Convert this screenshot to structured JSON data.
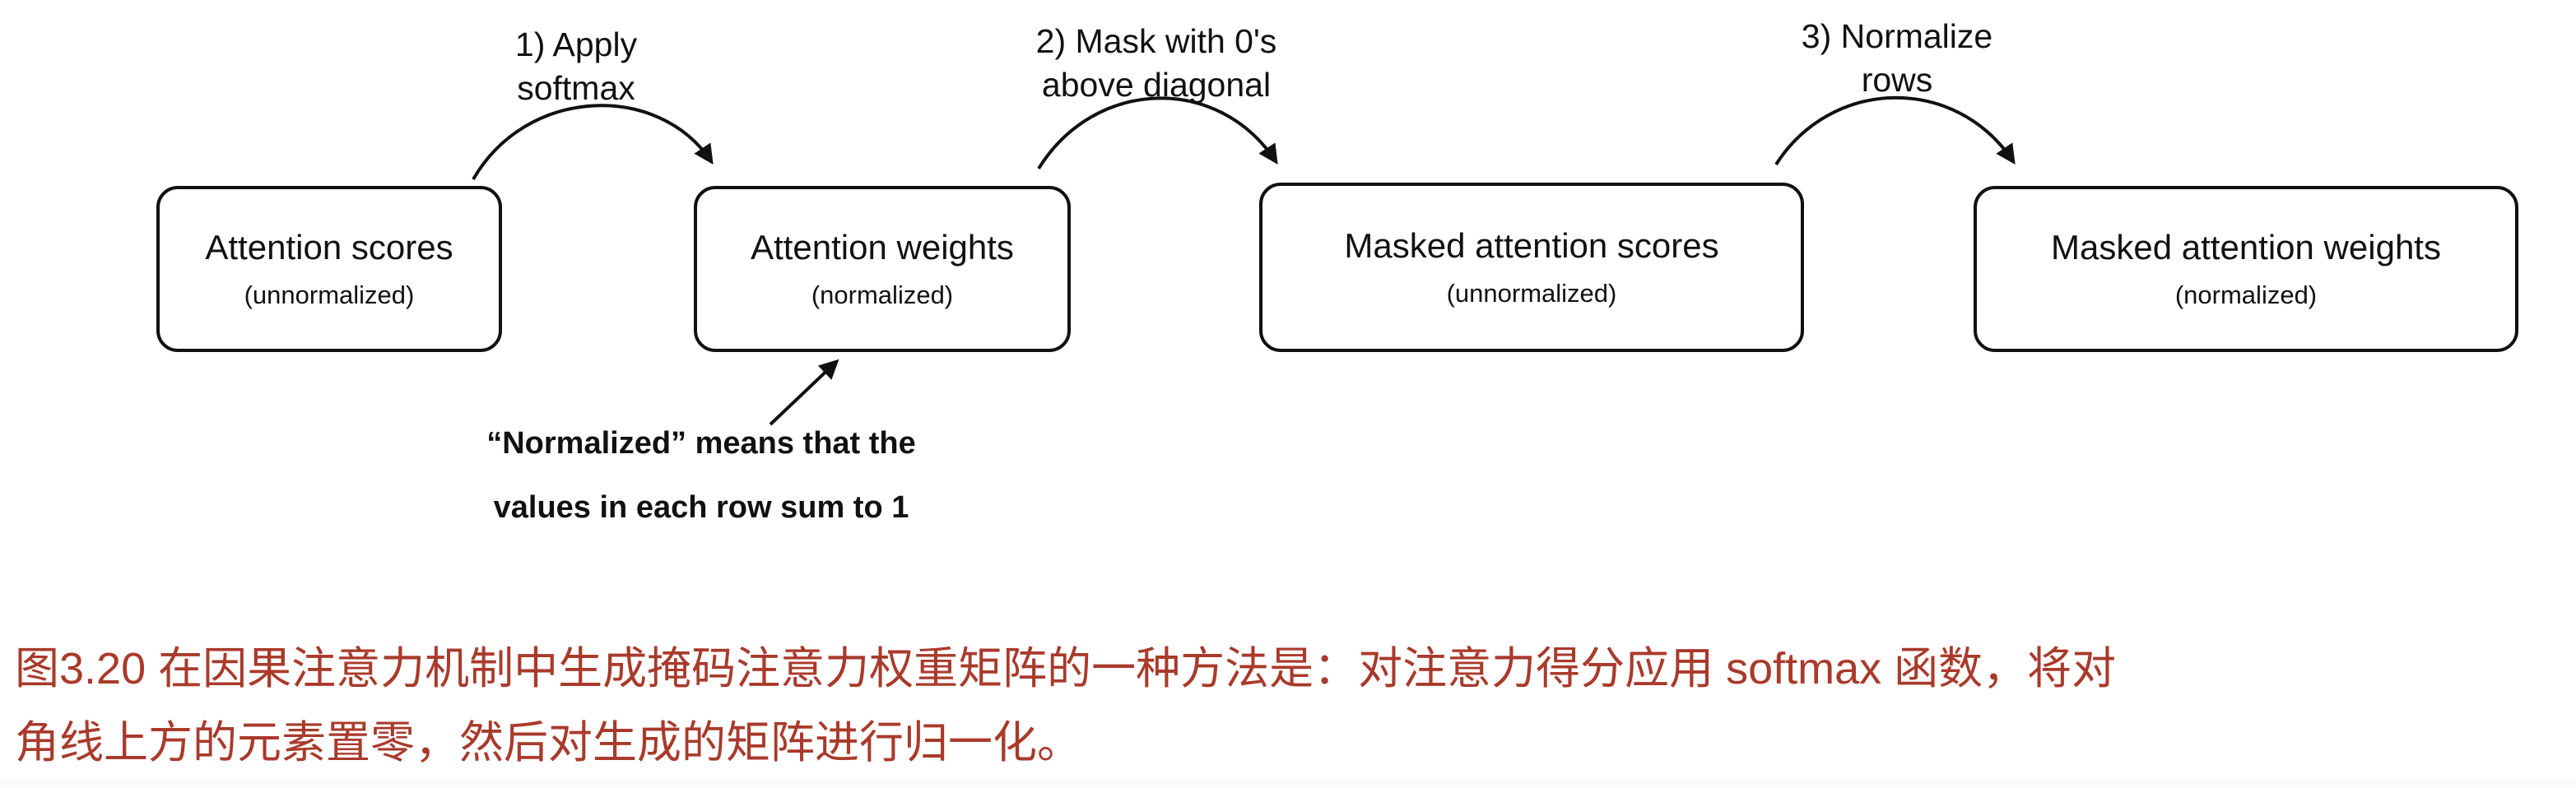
{
  "diagram": {
    "boxes": [
      {
        "title": "Attention scores",
        "subtitle": "(unnormalized)"
      },
      {
        "title": "Attention weights",
        "subtitle": "(normalized)"
      },
      {
        "title": "Masked attention scores",
        "subtitle": "(unnormalized)"
      },
      {
        "title": "Masked attention weights",
        "subtitle": "(normalized)"
      }
    ],
    "step_labels": [
      "1) Apply\nsoftmax",
      "2) Mask with 0's\nabove diagonal",
      "3) Normalize\nrows"
    ],
    "annotation": "“Normalized” means that the\nvalues in each row sum to 1"
  },
  "caption": {
    "text": "图3.20 在因果注意力机制中生成掩码注意力权重矩阵的一种方法是：对注意力得分应用 softmax 函数，将对\n角线上方的元素置零，然后对生成的矩阵进行归一化。"
  },
  "colors": {
    "caption_text": "#a93a2b",
    "diagram_stroke": "#111111",
    "background": "#ffffff"
  }
}
